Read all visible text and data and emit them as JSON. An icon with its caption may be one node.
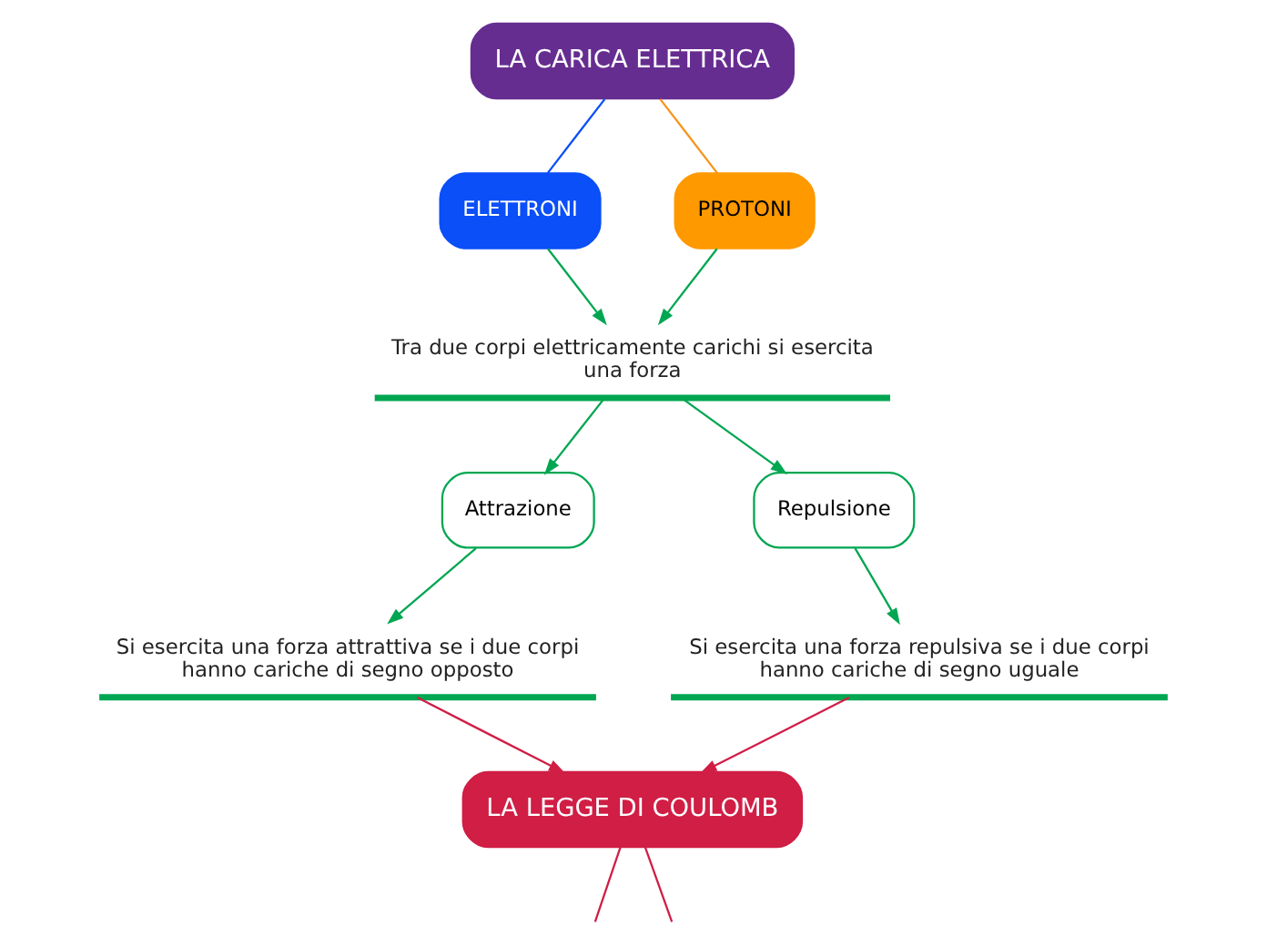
{
  "diagram": {
    "nodes": [
      {
        "text": [
          "LA CARICA ELETTRICA"
        ]
      },
      {
        "text": [
          "ELETTRONI"
        ]
      },
      {
        "text": [
          "PROTONI"
        ]
      },
      {
        "text": [
          "Tra due corpi elettricamente carichi si esercita una forza"
        ]
      },
      {
        "text": [
          "Attrazione"
        ]
      },
      {
        "text": [
          "Repulsione"
        ]
      },
      {
        "text": [
          "Si esercita una forza attrattiva se i due corpi hanno cariche di segno opposto"
        ]
      },
      {
        "text": [
          "Si esercita una forza repulsiva se i due corpi hanno cariche di segno uguale"
        ]
      },
      {
        "text": [
          "LA LEGGE DI COULOMB"
        ]
      }
    ],
    "edges": [
      {
        "from": 0,
        "to": 1,
        "arrow": "none",
        "color": "#0a4ff7"
      },
      {
        "from": 0,
        "to": 2,
        "arrow": "none",
        "color": "#f7941d"
      },
      {
        "from": 1,
        "to": 3,
        "arrow": "to"
      },
      {
        "from": 2,
        "to": 3,
        "arrow": "to"
      },
      {
        "from": 3,
        "to": 4,
        "arrow": "to"
      },
      {
        "from": 3,
        "to": 5,
        "arrow": "to"
      },
      {
        "from": 4,
        "to": 6,
        "arrow": "to"
      },
      {
        "from": 5,
        "to": 7,
        "arrow": "to"
      },
      {
        "from": 6,
        "to": 8,
        "arrow": "to",
        "color": "#d01e45"
      },
      {
        "from": 7,
        "to": 8,
        "arrow": "to",
        "color": "#d01e45"
      },
      {
        "from": 8,
        "to": null,
        "arrow": "none",
        "color": "#d01e45"
      },
      {
        "from": 8,
        "to": null,
        "arrow": "none",
        "color": "#d01e45"
      }
    ]
  }
}
